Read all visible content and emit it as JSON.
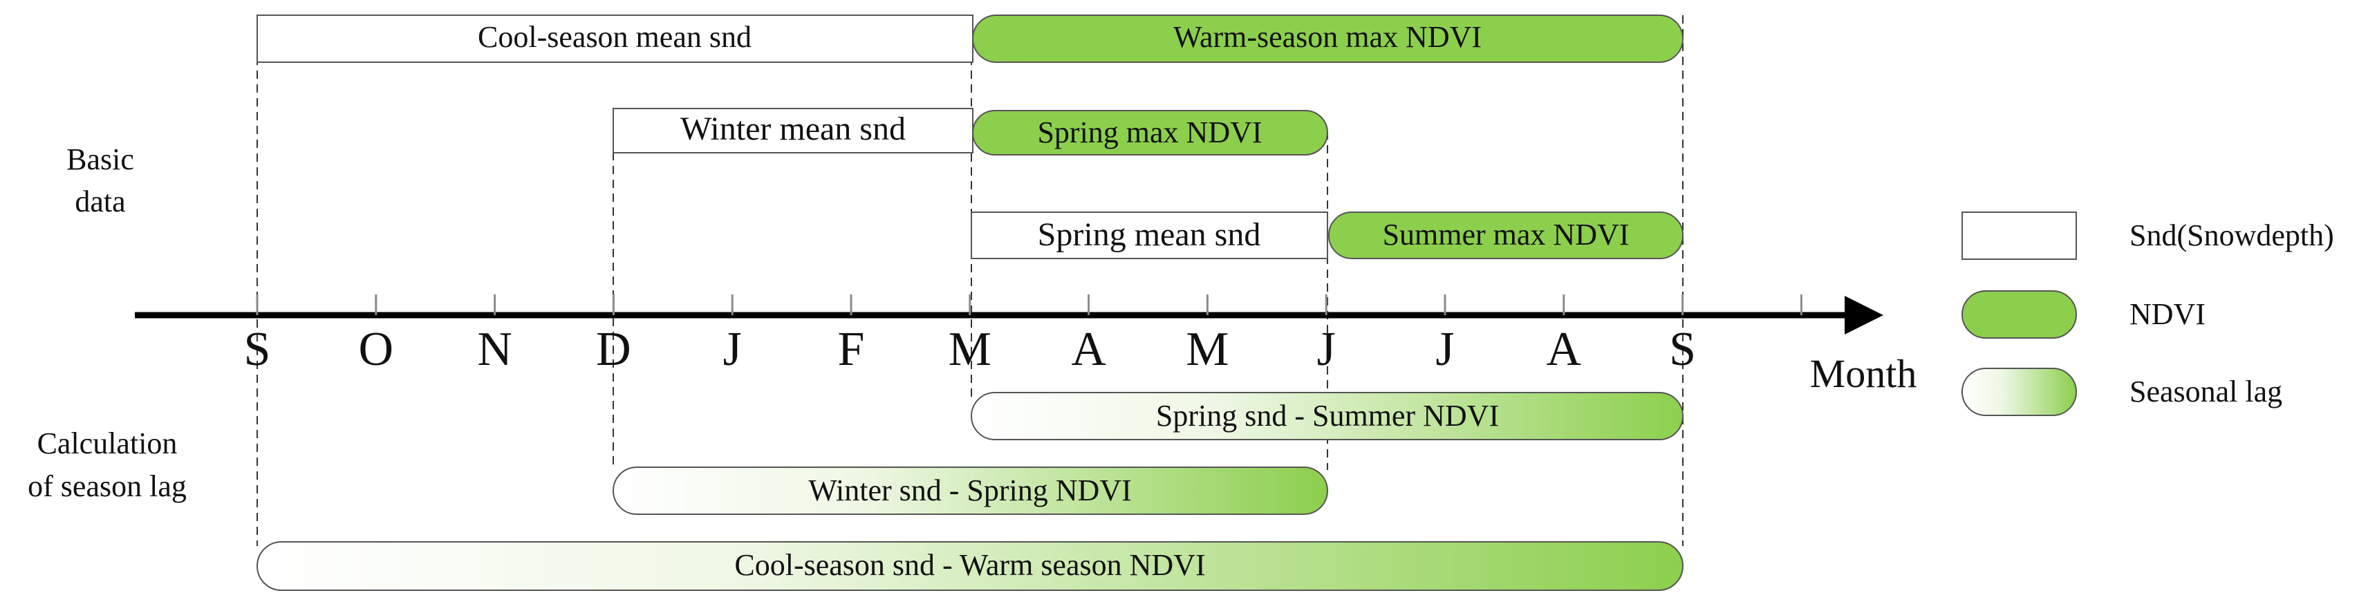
{
  "side_labels": {
    "basic_line1": "Basic",
    "basic_line2": "data",
    "calc_line1": "Calculation",
    "calc_line2": "of season lag"
  },
  "axis": {
    "months": [
      "S",
      "O",
      "N",
      "D",
      "J",
      "F",
      "M",
      "A",
      "M",
      "J",
      "J",
      "A",
      "S"
    ],
    "title": "Month"
  },
  "basic_data": {
    "row1": {
      "snd": "Cool-season mean snd",
      "ndvi": "Warm-season max NDVI"
    },
    "row2": {
      "snd": "Winter mean snd",
      "ndvi": "Spring max NDVI"
    },
    "row3": {
      "snd": "Spring mean snd",
      "ndvi": "Summer max NDVI"
    }
  },
  "season_lag": {
    "row1": "Spring snd  -  Summer NDVI",
    "row2": "Winter snd  -  Spring NDVI",
    "row3": "Cool-season snd  -  Warm season  NDVI"
  },
  "legend": {
    "snd": "Snd(Snowdepth)",
    "ndvi": "NDVI",
    "lag": "Seasonal lag"
  },
  "colors": {
    "ndvi_green": "#8ccf4d",
    "box_stroke": "#555555",
    "axis": "#000000",
    "tick": "#8a8a8a"
  }
}
